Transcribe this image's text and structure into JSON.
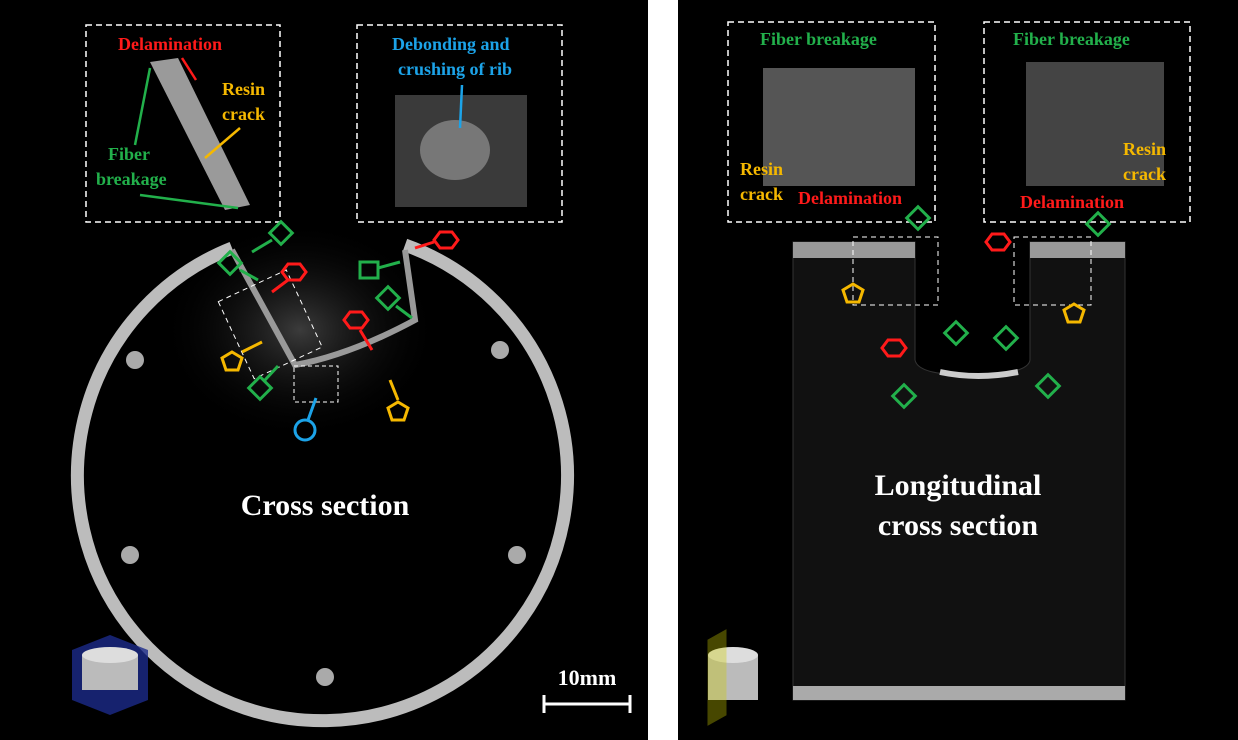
{
  "colors": {
    "green": "#22b04b",
    "red": "#ff1a1a",
    "yellow": "#f5b800",
    "blue": "#1ca3e8",
    "ring": "#b9b9b9"
  },
  "left_panel": {
    "title": "Cross section",
    "scale_bar": "10mm",
    "inset1": {
      "delamination": "Delamination",
      "resin1": "Resin",
      "resin2": "crack",
      "fiber1": "Fiber",
      "fiber2": "breakage"
    },
    "inset2": {
      "line1": "Debonding and",
      "line2": "crushing of rib"
    }
  },
  "right_panel": {
    "title_line1": "Longitudinal",
    "title_line2": "cross section",
    "inset1": {
      "fiber": "Fiber breakage",
      "resin1": "Resin",
      "resin2": "crack",
      "delamination": "Delamination"
    },
    "inset2": {
      "fiber": "Fiber breakage",
      "resin1": "Resin",
      "resin2": "crack",
      "delamination": "Delamination"
    }
  }
}
